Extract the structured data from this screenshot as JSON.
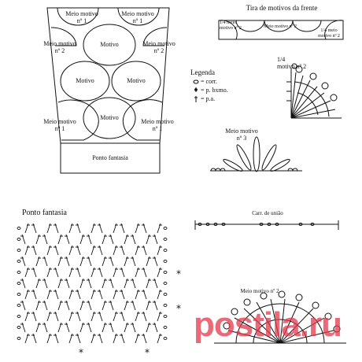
{
  "pattern": {
    "motif_label": "Motivo",
    "half_motif_label": "Meio motivo",
    "num_1": "nº 1",
    "num_2": "nº 2",
    "fancy_stitch": "Ponto fantasia"
  },
  "strip": {
    "title": "Tira de motivos da frente",
    "quarter_label": "1/4 meio motivo nº 2",
    "half_label": "Meio motivo nº 2"
  },
  "legend": {
    "title": "Legenda",
    "items": [
      "= corr.",
      "= p. bxmo.",
      "= p.a."
    ]
  },
  "quarter_motif": {
    "frac": "1/4",
    "label": "motivo nº 2"
  },
  "half_motif_3": {
    "label": "Meio motivo",
    "num": "nº 3"
  },
  "stitch_chart": {
    "title": "Ponto fantasia"
  },
  "join_chain": {
    "label": "Carr. de união"
  },
  "half_motif_2": {
    "label": "Meio motivo nº 2"
  },
  "watermark": "postila.ru",
  "colors": {
    "ink": "#111111",
    "watermark": "#e23a4e"
  }
}
